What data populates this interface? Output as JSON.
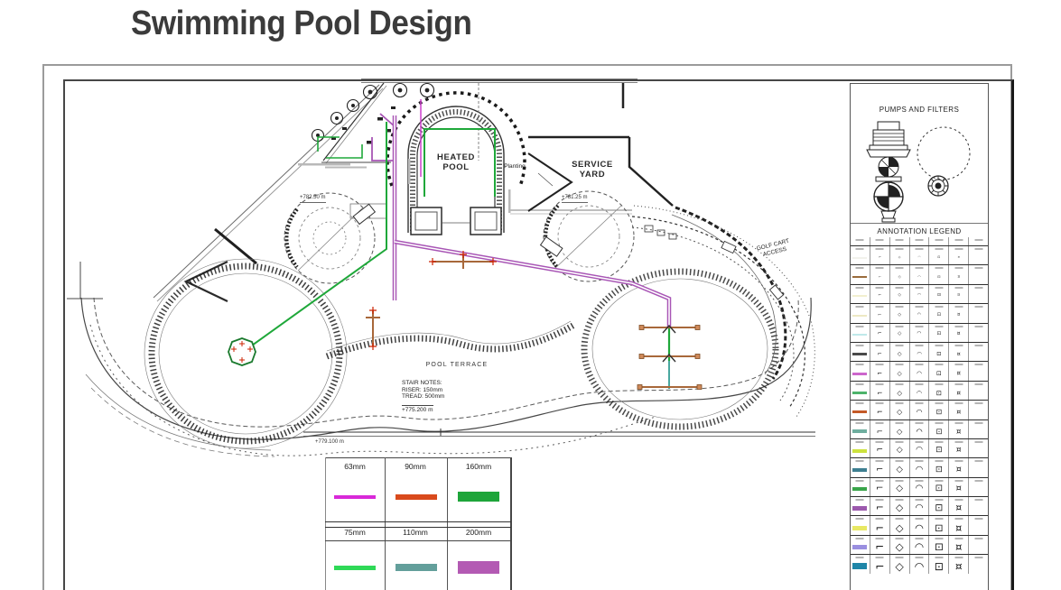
{
  "title": "Swimming Pool Design",
  "plan": {
    "heated_pool": [
      "HEATED",
      "POOL"
    ],
    "service_yard": [
      "SERVICE",
      "YARD"
    ],
    "planting": "Planting",
    "pool_terrace": "POOL TERRACE",
    "golf_cart_access": [
      "GOLF CART",
      "ACCESS"
    ],
    "stair_notes": [
      "STAIR NOTES:",
      "RISER: 150mm",
      "TREAD: 500mm"
    ],
    "stair_elevation": "+775.200 m",
    "left_spa_elevation": "+782.50 m",
    "right_spa_elevation": "+781.25 m",
    "terrace_elevation": "+779.100 m"
  },
  "pipe_legend": {
    "items": [
      {
        "label": "63mm",
        "color": "#d829d8",
        "h": 4
      },
      {
        "label": "90mm",
        "color": "#d94a1c",
        "h": 6
      },
      {
        "label": "160mm",
        "color": "#1ea53a",
        "h": 11
      },
      {
        "label": "75mm",
        "color": "#2fd957",
        "h": 5
      },
      {
        "label": "110mm",
        "color": "#639f9b",
        "h": 8
      },
      {
        "label": "200mm",
        "color": "#b35ab3",
        "h": 14
      }
    ]
  },
  "side_panel": {
    "pumps_title": "PUMPS AND FILTERS",
    "legend_title": "ANNOTATION LEGEND",
    "legend_symbols": [
      "⌐",
      "◇",
      "◠",
      "⊡",
      "¤"
    ],
    "legend_rows": [
      {
        "color": "#f2f2ec"
      },
      {
        "color": "#9a6c3c"
      },
      {
        "color": "#f2efcf"
      },
      {
        "color": "#ede9c4"
      },
      {
        "color": "#bfe9ea"
      },
      {
        "color": "#4a4a4a"
      },
      {
        "color": "#cc66cc"
      },
      {
        "color": "#4db36a"
      },
      {
        "color": "#c45a28"
      },
      {
        "color": "#6fae9f"
      },
      {
        "color": "#cde23e"
      },
      {
        "color": "#3e7f91"
      },
      {
        "color": "#3aa54b"
      },
      {
        "color": "#9c59ad"
      },
      {
        "color": "#e8e863"
      },
      {
        "color": "#9a8fe0"
      },
      {
        "color": "#1f86a8"
      }
    ]
  }
}
